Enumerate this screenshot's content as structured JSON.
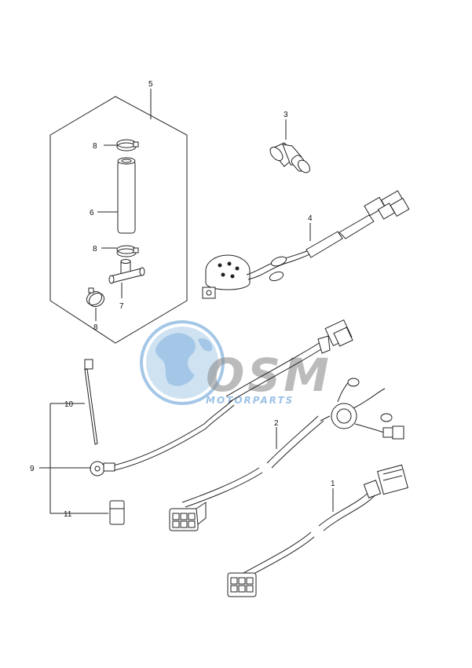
{
  "diagram": {
    "callouts": {
      "c1": "1",
      "c2": "2",
      "c3": "3",
      "c4": "4",
      "c5": "5",
      "c6": "6",
      "c7": "7",
      "c8a": "8",
      "c8b": "8",
      "c8c": "8",
      "c9": "9",
      "c10": "10",
      "c11": "11"
    }
  },
  "watermark": {
    "brand": "OSM",
    "tagline": "MOTORPARTS"
  },
  "colors": {
    "line": "#222222",
    "watermark_blue": "#5b9bd5",
    "watermark_grey": "#9a9a9a"
  }
}
